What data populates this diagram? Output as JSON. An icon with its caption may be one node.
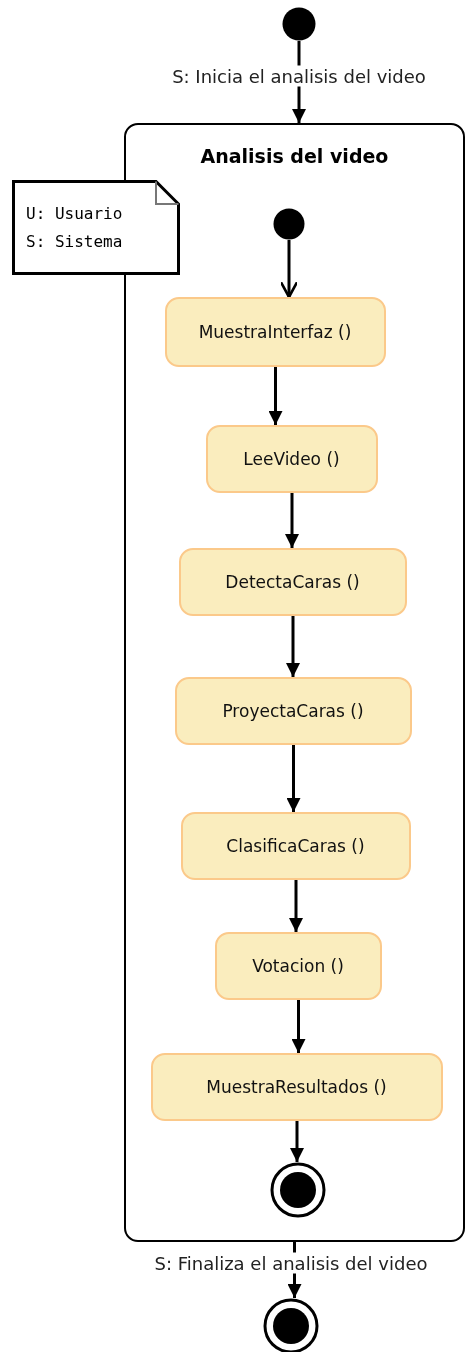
{
  "diagram": {
    "nodes": [
      {
        "text": [],
        "shape": "circle"
      },
      {
        "text": [
          "Analisis del video"
        ]
      },
      {
        "text": [
          "U: Usuario",
          "S: Sistema"
        ]
      },
      {
        "text": [],
        "shape": "circle",
        "in": 1
      },
      {
        "text": [
          "MuestraInterfaz ()"
        ],
        "in": 1
      },
      {
        "text": [
          "LeeVideo ()"
        ],
        "in": 1
      },
      {
        "text": [
          "DetectaCaras ()"
        ],
        "in": 1
      },
      {
        "text": [
          "ProyectaCaras ()"
        ],
        "in": 1
      },
      {
        "text": [
          "ClasificaCaras ()"
        ],
        "in": 1
      },
      {
        "text": [
          "Votacion ()"
        ],
        "in": 1
      },
      {
        "text": [
          "MuestraResultados ()"
        ],
        "in": 1
      },
      {
        "text": [],
        "shape": "bullseye",
        "in": 1
      },
      {
        "text": [],
        "shape": "bullseye"
      }
    ],
    "edges": [
      {
        "from": 0,
        "to": 1,
        "arrow": "to",
        "label": "S: Inicia el analisis del video"
      },
      {
        "from": 3,
        "to": 4,
        "arrow": "to"
      },
      {
        "from": 4,
        "to": 5,
        "arrow": "to"
      },
      {
        "from": 5,
        "to": 6,
        "arrow": "to"
      },
      {
        "from": 6,
        "to": 7,
        "arrow": "to"
      },
      {
        "from": 7,
        "to": 8,
        "arrow": "to"
      },
      {
        "from": 8,
        "to": 9,
        "arrow": "to"
      },
      {
        "from": 9,
        "to": 10,
        "arrow": "to"
      },
      {
        "from": 10,
        "to": 11,
        "arrow": "to"
      },
      {
        "from": 1,
        "to": 12,
        "arrow": "to",
        "label": "S: Finaliza el analisis del video"
      }
    ]
  }
}
